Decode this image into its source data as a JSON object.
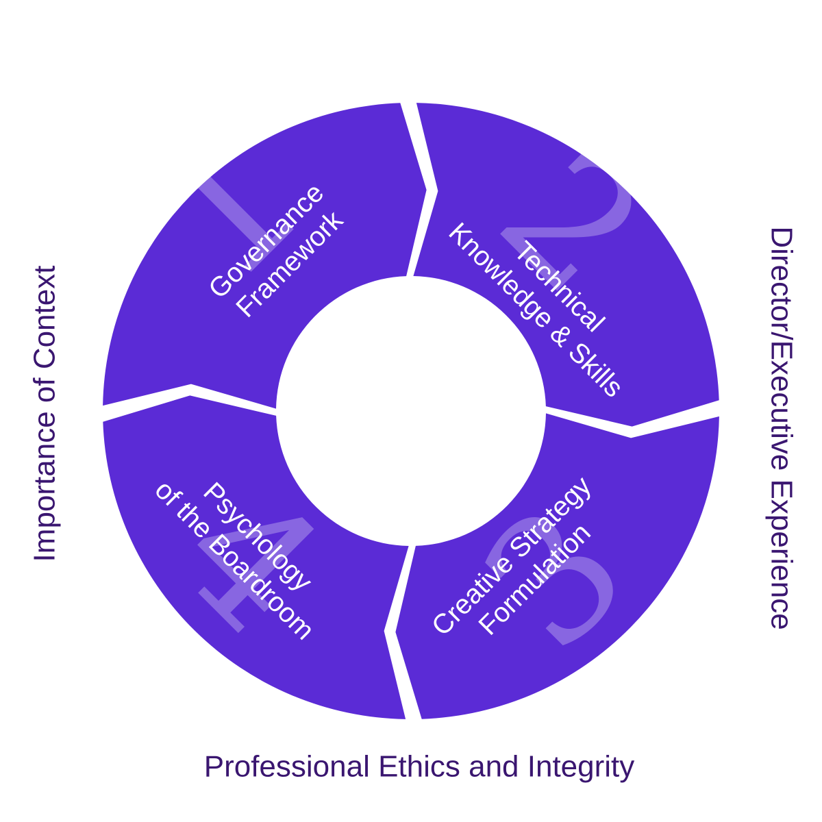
{
  "colors": {
    "segment": "#5b2bd6",
    "outer_text": "#3a1670",
    "background": "#ffffff"
  },
  "segments": [
    {
      "number": "1",
      "line1": "Governance",
      "line2": "Framework"
    },
    {
      "number": "2",
      "line1": "Technical",
      "line2": "Knowledge & Skills"
    },
    {
      "number": "3",
      "line1": "Creative Strategy",
      "line2": "Formulation"
    },
    {
      "number": "4",
      "line1": "Psychology",
      "line2": "of the Boardroom"
    }
  ],
  "outer_labels": {
    "left": "Importance of Context",
    "right": "Director/Executive Experience",
    "bottom": "Professional Ethics and Integrity"
  }
}
